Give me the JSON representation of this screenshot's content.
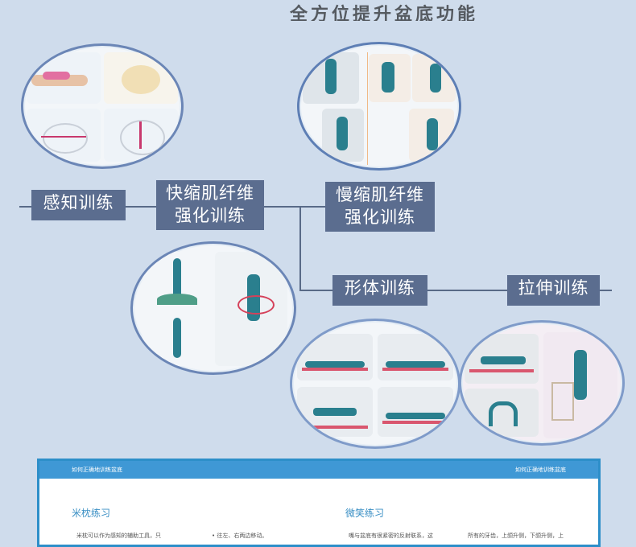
{
  "header": {
    "title": "全方位提升盆底功能"
  },
  "categories": {
    "perception": "感知训练",
    "fast_line1": "快缩肌纤维",
    "fast_line2": "强化训练",
    "slow_line1": "慢缩肌纤维",
    "slow_line2": "强化训练",
    "body": "形体训练",
    "stretch": "拉伸训练"
  },
  "colors": {
    "background": "#cfdcec",
    "label_bg": "#5b6d8f",
    "connector": "#596a87",
    "ellipse_border": "#6b86b6",
    "doc_border": "#2d8fc9"
  },
  "document": {
    "bar_left": "如何正确地训练盆底",
    "bar_right": "如何正确地训练盆底",
    "section1_title": "米枕练习",
    "section1_text": "米枕可以作为感知的辅助工具，只",
    "section1_bullet": "往左、右两边移动。",
    "section2_title": "微笑练习",
    "section2_text": "嘴与盆底有很紧密的反射联系，这",
    "section2_text2": "所有的牙齿，上颌升侧，下颌升侧，上"
  }
}
